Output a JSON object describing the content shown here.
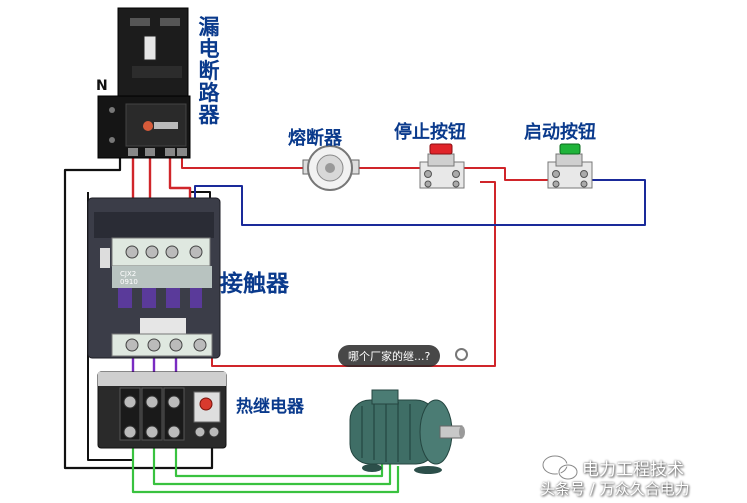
{
  "labels": {
    "breaker": "漏电断路器",
    "neutral": "N",
    "fuse": "熔断器",
    "stop_button": "停止按钮",
    "start_button": "启动按钮",
    "contactor": "接触器",
    "thermal_relay": "热继电器",
    "contactor_model": "CJX2 0910"
  },
  "tooltip": "哪个厂家的继...?",
  "watermark": {
    "line1": "电力工程技术",
    "line2": "头条号 / 万众久合电力"
  },
  "colors": {
    "label_blue": "#0a3a8c",
    "wire_red": "#d0252a",
    "wire_blue": "#1a2a9a",
    "wire_black": "#111111",
    "wire_green": "#39c23f",
    "wire_purple": "#7a2cc2",
    "stop_button_red": "#e0242a",
    "start_button_green": "#1fb33a"
  }
}
